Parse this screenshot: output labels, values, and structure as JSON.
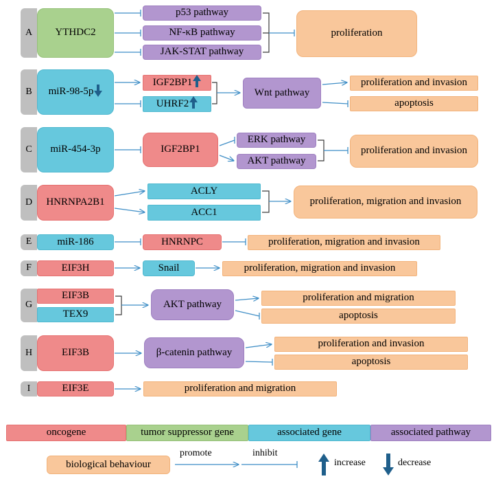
{
  "panels": {
    "A": {
      "letter": "A",
      "gene": "YTHDC2",
      "pathways": [
        "p53 pathway",
        "NF-κB pathway",
        "JAK-STAT pathway"
      ],
      "outcome": "proliferation"
    },
    "B": {
      "letter": "B",
      "gene": "miR-98-5p",
      "targets": [
        "IGF2BP1",
        "UHRF2"
      ],
      "pathway": "Wnt pathway",
      "outcomes": [
        "proliferation and invasion",
        "apoptosis"
      ]
    },
    "C": {
      "letter": "C",
      "gene": "miR-454-3p",
      "target": "IGF2BP1",
      "pathways": [
        "ERK pathway",
        "AKT pathway"
      ],
      "outcome": "proliferation and invasion"
    },
    "D": {
      "letter": "D",
      "gene": "HNRNPA2B1",
      "targets": [
        "ACLY",
        "ACC1"
      ],
      "outcome": "proliferation, migration and invasion"
    },
    "E": {
      "letter": "E",
      "gene": "miR-186",
      "target": "HNRNPC",
      "outcome": "proliferation, migration and invasion"
    },
    "F": {
      "letter": "F",
      "gene": "EIF3H",
      "target": "Snail",
      "outcome": "proliferation, migration and invasion"
    },
    "G": {
      "letter": "G",
      "genes": [
        "EIF3B",
        "TEX9"
      ],
      "pathway": "AKT pathway",
      "outcomes": [
        "proliferation and migration",
        "apoptosis"
      ]
    },
    "H": {
      "letter": "H",
      "gene": "EIF3B",
      "pathway": "β-catenin pathway",
      "outcomes": [
        "proliferation and invasion",
        "apoptosis"
      ]
    },
    "I": {
      "letter": "I",
      "gene": "EIF3E",
      "outcome": "proliferation and migration"
    }
  },
  "legend": {
    "oncogene": "oncogene",
    "tumor_suppressor": "tumor suppressor gene",
    "associated_gene": "associated gene",
    "associated_pathway": "associated pathway",
    "biological_behaviour": "biological behaviour",
    "promote": "promote",
    "inhibit": "inhibit",
    "increase": "increase",
    "decrease": "decrease"
  },
  "colors": {
    "oncogene": "#ef8a8a",
    "tumor_suppressor": "#a9d18e",
    "associated_gene": "#66c8dd",
    "associated_pathway": "#b296cf",
    "biological_behaviour": "#f9c79b",
    "arrow": "#3f8ec6",
    "updown_icon": "#1f5f8b"
  }
}
